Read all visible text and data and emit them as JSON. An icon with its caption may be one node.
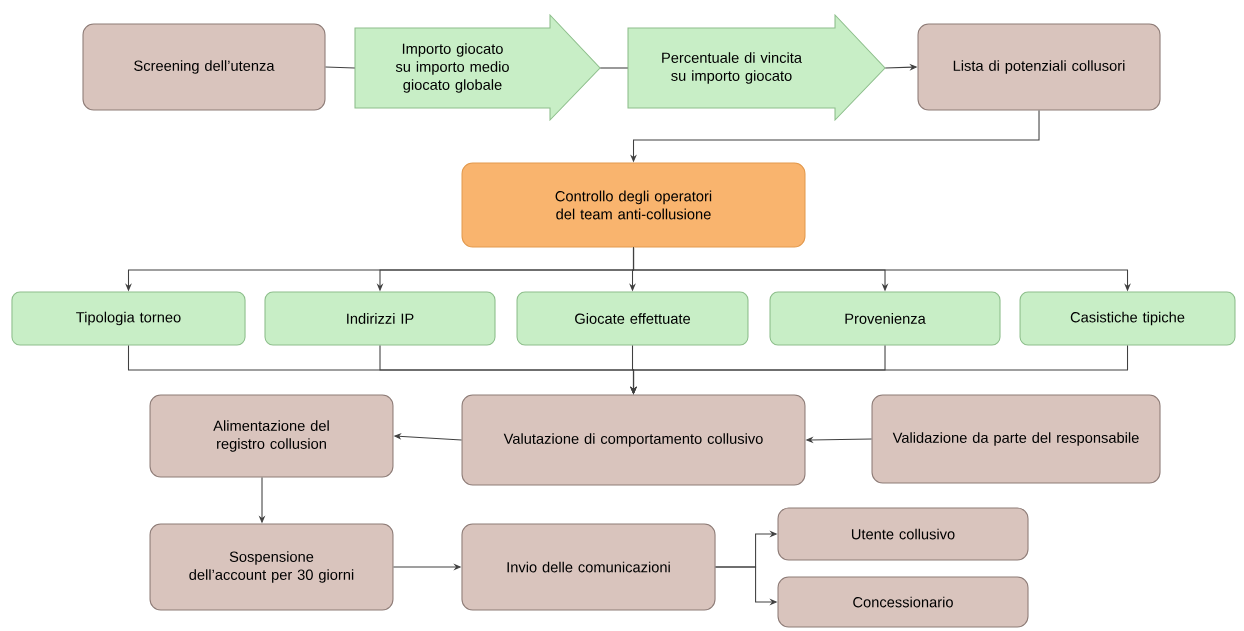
{
  "diagram": {
    "nodes": [
      {
        "text": [
          "Screening dell’utenza"
        ]
      },
      {
        "text": [
          "Importo giocato su importo medio giocato globale"
        ]
      },
      {
        "text": [
          "Percentuale di vincita su importo giocato"
        ]
      },
      {
        "text": [
          "Lista di potenziali collusori"
        ]
      },
      {
        "text": [
          "Controllo degli operatori del team anti-collusione"
        ]
      },
      {
        "text": [
          "Tipologia torneo"
        ]
      },
      {
        "text": [
          "Indirizzi IP"
        ]
      },
      {
        "text": [
          "Giocate effettuate"
        ]
      },
      {
        "text": [
          "Provenienza"
        ]
      },
      {
        "text": [
          "Casistiche tipiche"
        ]
      },
      {
        "text": [
          "Alimentazione del registro collusion"
        ]
      },
      {
        "text": [
          "Valutazione di comportamento collusivo"
        ]
      },
      {
        "text": [
          "Validazione da parte del responsabile"
        ]
      },
      {
        "text": [
          "Sospensione dell’account per 30 giorni"
        ]
      },
      {
        "text": [
          "Invio delle comunicazioni"
        ]
      },
      {
        "text": [
          "Utente collusivo"
        ]
      },
      {
        "text": [
          "Concessionario"
        ]
      }
    ],
    "edges": [
      {
        "from": 0,
        "to": 1,
        "arrow": "none"
      },
      {
        "from": 1,
        "to": 2,
        "arrow": "none"
      },
      {
        "from": 2,
        "to": 3,
        "arrow": "to"
      },
      {
        "from": 3,
        "to": 4,
        "arrow": "to"
      },
      {
        "from": 4,
        "to": 5,
        "arrow": "to"
      },
      {
        "from": 4,
        "to": 6,
        "arrow": "to"
      },
      {
        "from": 4,
        "to": 7,
        "arrow": "to"
      },
      {
        "from": 4,
        "to": 8,
        "arrow": "to"
      },
      {
        "from": 4,
        "to": 9,
        "arrow": "to"
      },
      {
        "from": 5,
        "to": 11,
        "arrow": "to"
      },
      {
        "from": 6,
        "to": 11,
        "arrow": "to"
      },
      {
        "from": 7,
        "to": 11,
        "arrow": "to"
      },
      {
        "from": 8,
        "to": 11,
        "arrow": "to"
      },
      {
        "from": 9,
        "to": 11,
        "arrow": "to"
      },
      {
        "from": 11,
        "to": 10,
        "arrow": "to"
      },
      {
        "from": 12,
        "to": 11,
        "arrow": "to"
      },
      {
        "from": 10,
        "to": 13,
        "arrow": "to"
      },
      {
        "from": 13,
        "to": 14,
        "arrow": "to"
      },
      {
        "from": 14,
        "to": 15,
        "arrow": "to"
      },
      {
        "from": 14,
        "to": 16,
        "arrow": "to"
      }
    ]
  }
}
